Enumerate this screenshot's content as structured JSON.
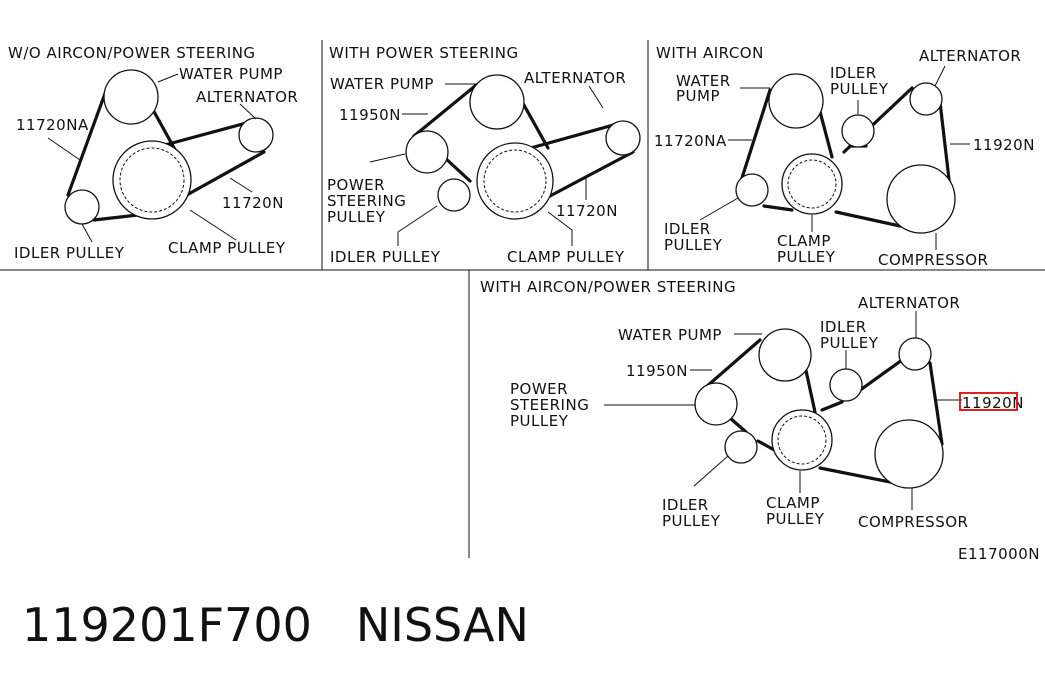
{
  "panels": {
    "no_aircon_ps": {
      "title": "W/O AIRCON/POWER STEERING",
      "labels": {
        "water_pump": "WATER PUMP",
        "alternator": "ALTERNATOR",
        "belt_a": "11720NA",
        "belt_b": "11720N",
        "idler_pulley": "IDLER PULLEY",
        "clamp_pulley": "CLAMP PULLEY"
      }
    },
    "power_steering": {
      "title": "WITH POWER STEERING",
      "labels": {
        "water_pump": "WATER PUMP",
        "alternator": "ALTERNATOR",
        "belt_a": "11950N",
        "power_steering_pulley": [
          "POWER",
          "STEERING",
          "PULLEY"
        ],
        "belt_b": "11720N",
        "idler_pulley": "IDLER PULLEY",
        "clamp_pulley": "CLAMP PULLEY"
      }
    },
    "aircon": {
      "title": "WITH AIRCON",
      "labels": {
        "water_pump": [
          "WATER",
          "PUMP"
        ],
        "idler_pulley_top": [
          "IDLER",
          "PULLEY"
        ],
        "alternator": "ALTERNATOR",
        "belt_a": "11720NA",
        "belt_b": "11920N",
        "idler_pulley_bottom": [
          "IDLER",
          "PULLEY"
        ],
        "clamp_pulley": [
          "CLAMP",
          "PULLEY"
        ],
        "compressor": "COMPRESSOR"
      }
    },
    "aircon_ps": {
      "title": "WITH AIRCON/POWER STEERING",
      "labels": {
        "alternator": "ALTERNATOR",
        "idler_pulley_top": [
          "IDLER",
          "PULLEY"
        ],
        "water_pump": "WATER PUMP",
        "belt_a": "11950N",
        "power_steering_pulley": [
          "POWER",
          "STEERING",
          "PULLEY"
        ],
        "belt_b": "11920N",
        "idler_pulley_bottom": [
          "IDLER",
          "PULLEY"
        ],
        "clamp_pulley": [
          "CLAMP",
          "PULLEY"
        ],
        "compressor": "COMPRESSOR"
      },
      "highlighted_part": "11920N"
    }
  },
  "figure_code": "E117000N",
  "part_number": "119201F700",
  "manufacturer": "NISSAN",
  "colors": {
    "ink": "#111111",
    "highlight": "#e02020",
    "background": "#ffffff"
  }
}
